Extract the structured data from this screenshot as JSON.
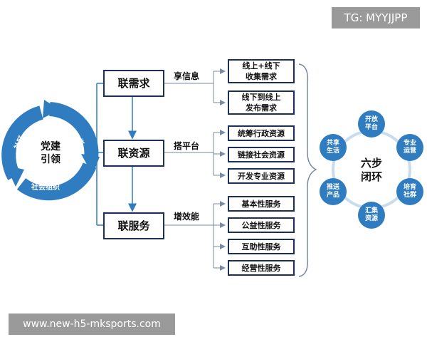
{
  "watermarks": {
    "top_right": "TG: MYYJJPP",
    "bottom_left": "www.new-h5-mksports.com"
  },
  "cycle": {
    "center": [
      "党建",
      "引领"
    ],
    "segments": [
      "社区",
      "社会工作",
      "社会组织"
    ],
    "color": "#2f7cc0"
  },
  "main_boxes": [
    "联需求",
    "联资源",
    "联服务"
  ],
  "branch_labels": [
    "享信息",
    "搭平台",
    "增效能"
  ],
  "groups": [
    {
      "items": [
        [
          "线上+线下",
          "收集需求"
        ],
        [
          "线下到线上",
          "发布需求"
        ]
      ]
    },
    {
      "items": [
        [
          "统筹行政资源"
        ],
        [
          "链接社会资源"
        ],
        [
          "开发专业资源"
        ]
      ]
    },
    {
      "items": [
        [
          "基本性服务"
        ],
        [
          "公益性服务"
        ],
        [
          "互助性服务"
        ],
        [
          "经营性服务"
        ]
      ]
    }
  ],
  "loop": {
    "title": [
      "六步",
      "闭环"
    ],
    "nodes": [
      [
        "开放",
        "平台"
      ],
      [
        "专业",
        "运营"
      ],
      [
        "培育",
        "社群"
      ],
      [
        "汇集",
        "资源"
      ],
      [
        "推送",
        "产品"
      ],
      [
        "共享",
        "生活"
      ]
    ],
    "node_color": "#2f7cc0",
    "ring_color": "#c9dcee"
  },
  "colors": {
    "box_border": "#1e2f57",
    "line": "#2f7cc0",
    "arrow": "#7a8aa3"
  }
}
